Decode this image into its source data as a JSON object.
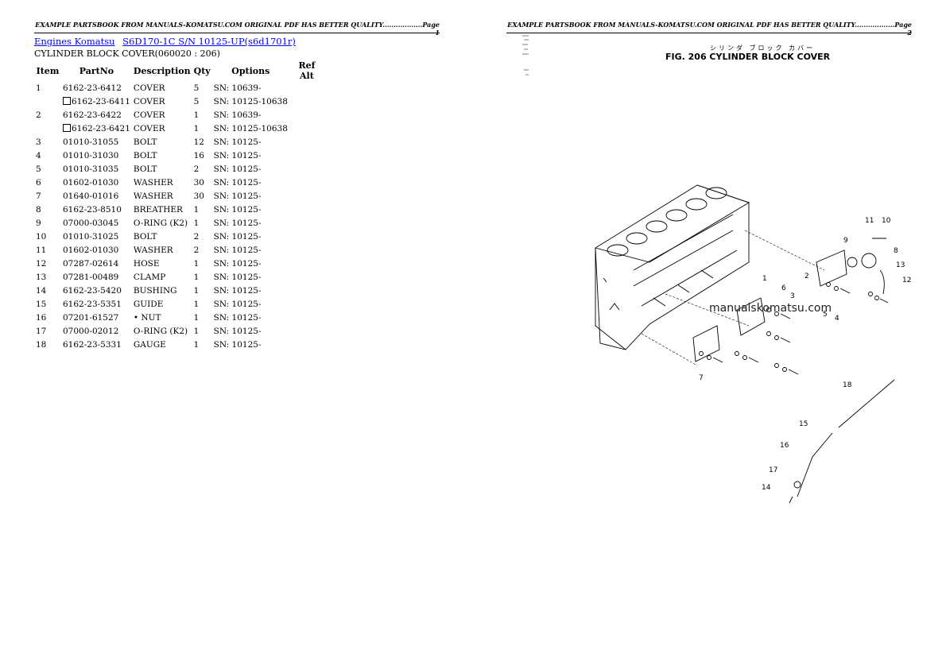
{
  "header": {
    "page1": "EXAMPLE PARTSBOOK FROM MANUALS-KOMATSU.COM ORIGINAL PDF HAS BETTER QUALITY..................Page 1",
    "page2": "EXAMPLE PARTSBOOK FROM MANUALS-KOMATSU.COM ORIGINAL PDF HAS BETTER QUALITY..................Page 2"
  },
  "breadcrumb": {
    "link1": "Engines Komatsu",
    "link2": "S6D170-1C S/N 10125-UP(s6d1701r)"
  },
  "subtitle": "CYLINDER BLOCK COVER(060020 : 206)",
  "table": {
    "headers": {
      "item": "Item",
      "part": "PartNo",
      "desc": "Description",
      "qty": "Qty",
      "options": "Options",
      "ref": "Ref Alt"
    },
    "rows": [
      {
        "item": "1",
        "part": "6162-23-6412",
        "alt": false,
        "desc": "COVER",
        "qty": "5",
        "options": "SN: 10639-"
      },
      {
        "item": "",
        "part": "6162-23-6411",
        "alt": true,
        "desc": "COVER",
        "qty": "5",
        "options": "SN: 10125-10638"
      },
      {
        "item": "2",
        "part": "6162-23-6422",
        "alt": false,
        "desc": "COVER",
        "qty": "1",
        "options": "SN: 10639-"
      },
      {
        "item": "",
        "part": "6162-23-6421",
        "alt": true,
        "desc": "COVER",
        "qty": "1",
        "options": "SN: 10125-10638"
      },
      {
        "item": "3",
        "part": "01010-31055",
        "alt": false,
        "desc": "BOLT",
        "qty": "12",
        "options": "SN: 10125-"
      },
      {
        "item": "4",
        "part": "01010-31030",
        "alt": false,
        "desc": "BOLT",
        "qty": "16",
        "options": "SN: 10125-"
      },
      {
        "item": "5",
        "part": "01010-31035",
        "alt": false,
        "desc": "BOLT",
        "qty": "2",
        "options": "SN: 10125-"
      },
      {
        "item": "6",
        "part": "01602-01030",
        "alt": false,
        "desc": "WASHER",
        "qty": "30",
        "options": "SN: 10125-"
      },
      {
        "item": "7",
        "part": "01640-01016",
        "alt": false,
        "desc": "WASHER",
        "qty": "30",
        "options": "SN: 10125-"
      },
      {
        "item": "8",
        "part": "6162-23-8510",
        "alt": false,
        "desc": "BREATHER",
        "qty": "1",
        "options": "SN: 10125-"
      },
      {
        "item": "9",
        "part": "07000-03045",
        "alt": false,
        "desc": "O-RING (K2)",
        "qty": "1",
        "options": "SN: 10125-"
      },
      {
        "item": "10",
        "part": "01010-31025",
        "alt": false,
        "desc": "BOLT",
        "qty": "2",
        "options": "SN: 10125-"
      },
      {
        "item": "11",
        "part": "01602-01030",
        "alt": false,
        "desc": "WASHER",
        "qty": "2",
        "options": "SN: 10125-"
      },
      {
        "item": "12",
        "part": "07287-02614",
        "alt": false,
        "desc": "HOSE",
        "qty": "1",
        "options": "SN: 10125-"
      },
      {
        "item": "13",
        "part": "07281-00489",
        "alt": false,
        "desc": "CLAMP",
        "qty": "1",
        "options": "SN: 10125-"
      },
      {
        "item": "14",
        "part": "6162-23-5420",
        "alt": false,
        "desc": "BUSHING",
        "qty": "1",
        "options": "SN: 10125-"
      },
      {
        "item": "15",
        "part": "6162-23-5351",
        "alt": false,
        "desc": "GUIDE",
        "qty": "1",
        "options": "SN: 10125-"
      },
      {
        "item": "16",
        "part": "07201-61527",
        "alt": false,
        "desc": "• NUT",
        "qty": "1",
        "options": "SN: 10125-"
      },
      {
        "item": "17",
        "part": "07000-02012",
        "alt": false,
        "desc": "O-RING (K2)",
        "qty": "1",
        "options": "SN: 10125-"
      },
      {
        "item": "18",
        "part": "6162-23-5331",
        "alt": false,
        "desc": "GAUGE",
        "qty": "1",
        "options": "SN: 10125-"
      }
    ]
  },
  "figure": {
    "jp_title": "シリンダ ブロック カバー",
    "title": "FIG. 206  CYLINDER BLOCK COVER",
    "watermark": "manualskomatsu.com",
    "callouts": [
      "1",
      "2",
      "3",
      "4",
      "5",
      "6",
      "7",
      "8",
      "9",
      "10",
      "11",
      "12",
      "13",
      "14",
      "15",
      "16",
      "17",
      "18"
    ]
  }
}
